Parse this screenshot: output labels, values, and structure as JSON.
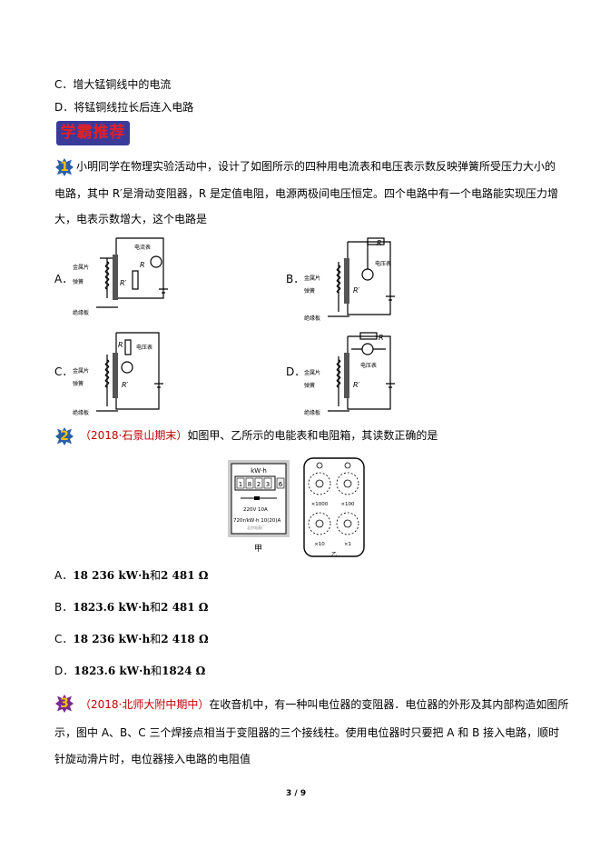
{
  "prev_options": {
    "c": "C．增大锰铜线中的电流",
    "d": "D．将锰铜线拉长后连入电路"
  },
  "banner": "学霸推荐",
  "q1": {
    "number": "1",
    "line1": "小明同学在物理实验活动中，设计了如图所示的四种用电流表和电压表示数反映弹簧所受压力大小的",
    "line2": "电路，其中 R′是滑动变阻器，R 是定值电阻，电源两极间电压恒定。四个电路中有一个电路能实现压力增",
    "line3": "大，电表示数增大，这个电路是",
    "options": [
      "A．",
      "B．",
      "C．",
      "D．"
    ],
    "labels": {
      "metal": "金属片",
      "spring": "弹簧",
      "insulator": "绝缘板",
      "ammeter": "电流表",
      "voltmeter": "电压表",
      "r": "R",
      "rp": "R′"
    }
  },
  "q2": {
    "number": "2",
    "source": "（2018·石景山期末）",
    "text": "如图甲、乙所示的电能表和电阻箱，其读数正确的是",
    "meter": {
      "unit": "kW·h",
      "digits": [
        "1",
        "8",
        "2",
        "3",
        "6"
      ],
      "spec1": "220V  10A",
      "spec2": "720r/kW·h  10(20)A",
      "maker": "北京电表厂",
      "caption": "甲"
    },
    "box": {
      "multipliers": [
        "×1000",
        "×100",
        "×10",
        "×1"
      ],
      "caption": "乙"
    },
    "options": [
      {
        "letter": "A．",
        "value": "18 236 kW·h",
        "and": "和",
        "r": "2 481 Ω"
      },
      {
        "letter": "B．",
        "value": "1823.6 kW·h",
        "and": "和",
        "r": "2 481 Ω"
      },
      {
        "letter": "C．",
        "value": "18 236 kW·h",
        "and": "和",
        "r": "2 418 Ω"
      },
      {
        "letter": "D．",
        "value": "1823.6 kW·h",
        "and": "和",
        "r": "1824 Ω"
      }
    ]
  },
  "q3": {
    "number": "3",
    "source": "（2018·北师大附中期中）",
    "line1": "在收音机中，有一种叫电位器的变阻器．电位器的外形及其内部构造如图所",
    "line2": "示，图中 A、B、C 三个焊接点相当于变阻器的三个接线柱。使用电位器时只要把 A 和 B 接入电路，顺时",
    "line3": "针旋动滑片时，电位器接入电路的电阻值"
  },
  "footer": {
    "page": "3 / 9"
  }
}
